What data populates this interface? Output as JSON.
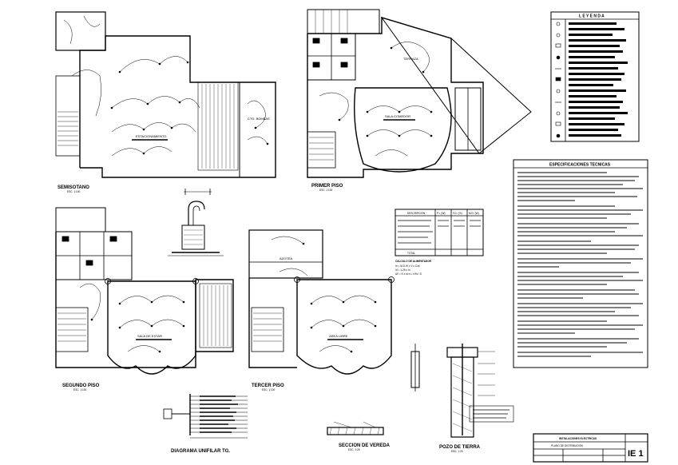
{
  "drawing": {
    "sheet_id": "IE 1",
    "legend_title": "L E Y E N D A",
    "specs_title": "ESPECIFICACIONES TECNICAS",
    "views": {
      "basement": {
        "title": "SEMISOTANO",
        "scale": "ESC. 1:100"
      },
      "first": {
        "title": "PRIMER PISO",
        "scale": "ESC. 1:100"
      },
      "second": {
        "title": "SEGUNDO PISO",
        "scale": "ESC. 1:100"
      },
      "third": {
        "title": "TERCER PISO",
        "scale": "ESC. 1:100"
      },
      "diagram": {
        "title": "DIAGRAMA UNIFILAR TG.",
        "scale": ""
      },
      "sidewalk": {
        "title": "SECCION DE VEREDA",
        "scale": "ESC. 1:25"
      },
      "ground": {
        "title": "POZO DE TIERRA",
        "scale": "ESC. 1:25"
      }
    },
    "rooms": {
      "basement_main": "ESTACIONAMIENTO",
      "basement_right": "CTO. BOMBAS",
      "first_hall": "SALA COMEDOR",
      "first_top": "TERRAZA",
      "second_hall": "SALA DE ESTAR",
      "third_hall": "AREA LIBRE",
      "third_top": "AZOTEA"
    },
    "load_table": {
      "headers": [
        "DESCRIPCION",
        "P.I. (W)",
        "F.D. (%)",
        "M.D. (W)"
      ],
      "total_label": "TOTAL",
      "rows": [
        [
          "",
          "",
          "",
          ""
        ],
        [
          "",
          "",
          "",
          ""
        ],
        [
          "",
          "",
          "",
          ""
        ],
        [
          "",
          "",
          "",
          ""
        ],
        [
          "",
          "",
          "",
          ""
        ]
      ]
    },
    "calc_title": "CALCULO DE ALIMENTADOR",
    "calc_lines": [
      "In = M.D./K x V x Cos",
      "Id = 1.25 x In",
      "AV = K x Id x L x Rs / S"
    ],
    "title_block": {
      "project": "INSTALACIONES ELECTRICAS",
      "plan": "PLANO DE DISTRIBUCION"
    }
  }
}
